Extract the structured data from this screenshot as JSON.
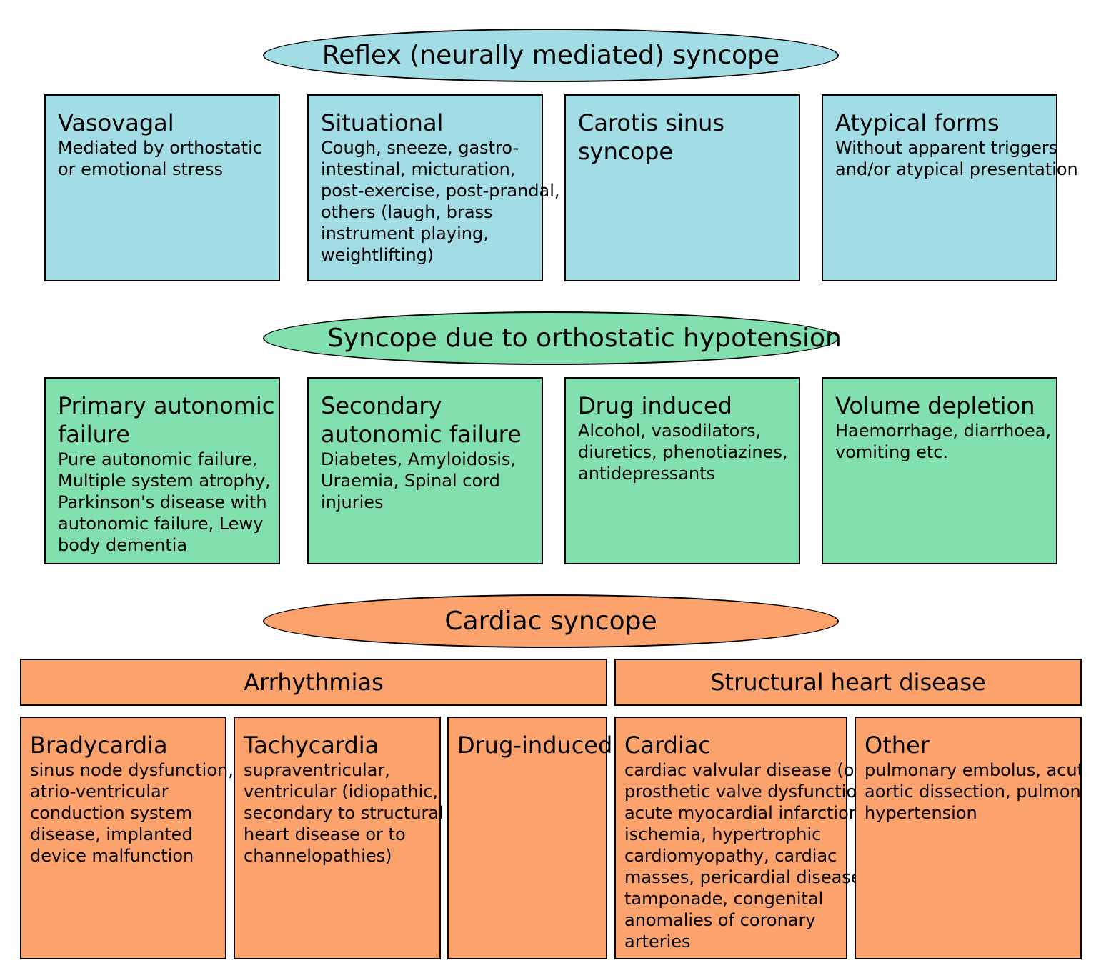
{
  "colors": {
    "reflex": "#a2dce4",
    "orthostatic": "#82dfae",
    "cardiac": "#fca26c"
  },
  "reflex": {
    "title": "Reflex (neurally mediated) syncope",
    "boxes": [
      {
        "title": "Vasovagal",
        "lines": [
          "Mediated by orthostatic",
          "or emotional stress"
        ]
      },
      {
        "title": "Situational",
        "lines": [
          "Cough, sneeze, gastro-",
          "intestinal, micturation,",
          "post-exercise, post-prandal,",
          "others (laugh, brass",
          "instrument playing,",
          "weightlifting)"
        ]
      },
      {
        "title_lines": [
          "Carotis sinus",
          "syncope"
        ]
      },
      {
        "title": "Atypical forms",
        "lines": [
          "Without apparent triggers",
          "and/or atypical presentation"
        ]
      }
    ]
  },
  "orthostatic": {
    "title": "Syncope due to orthostatic hypotension",
    "boxes": [
      {
        "title_lines": [
          "Primary autonomic",
          "failure"
        ],
        "lines": [
          "Pure autonomic failure,",
          "Multiple system atrophy,",
          "Parkinson's disease with",
          "autonomic failure, Lewy",
          "body dementia"
        ]
      },
      {
        "title_lines": [
          "Secondary",
          "autonomic failure"
        ],
        "lines": [
          "Diabetes, Amyloidosis,",
          "Uraemia, Spinal cord",
          "injuries"
        ]
      },
      {
        "title": "Drug induced",
        "lines": [
          "Alcohol, vasodilators,",
          "diuretics, phenotiazines,",
          "antidepressants"
        ]
      },
      {
        "title": "Volume depletion",
        "lines": [
          "Haemorrhage, diarrhoea,",
          "vomiting etc."
        ]
      }
    ]
  },
  "cardiac": {
    "title": "Cardiac syncope",
    "headers": [
      "Arrhythmias",
      "Structural heart disease"
    ],
    "boxes": [
      {
        "title": "Bradycardia",
        "lines": [
          "sinus node dysfunction,",
          "atrio-ventricular",
          "conduction system",
          "disease, implanted",
          "device malfunction"
        ]
      },
      {
        "title": "Tachycardia",
        "lines": [
          "supraventricular,",
          "ventricular (idiopathic,",
          "secondary to structural",
          "heart disease or to",
          "channelopathies)"
        ]
      },
      {
        "title": "Drug-induced"
      },
      {
        "title": "Cardiac",
        "lines": [
          "cardiac valvular disease (or",
          "prosthetic valve dysfunction),",
          "acute myocardial infarction/",
          "ischemia, hypertrophic",
          "cardiomyopathy, cardiac",
          "masses, pericardial disease/",
          "tamponade, congenital",
          "anomalies of coronary",
          "arteries"
        ]
      },
      {
        "title": "Other",
        "lines": [
          "pulmonary embolus, acute",
          "aortic dissection, pulmonary",
          "hypertension"
        ]
      }
    ]
  }
}
